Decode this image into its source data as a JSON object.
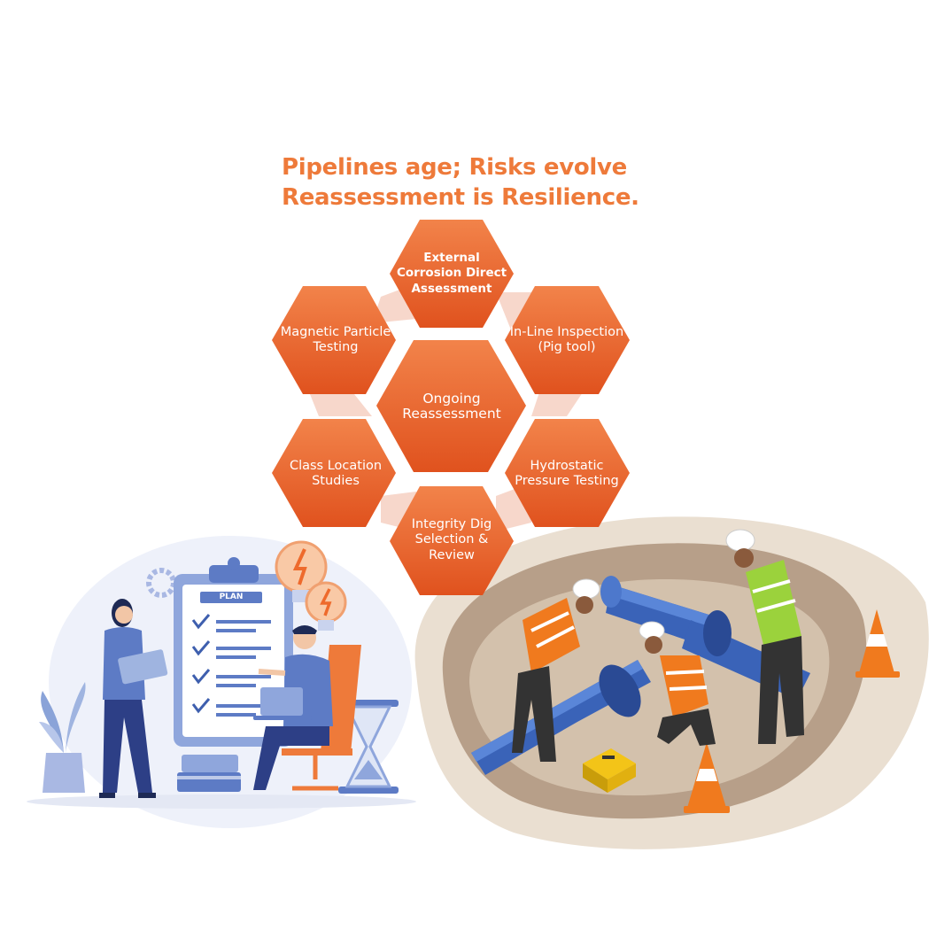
{
  "title": {
    "line1": "Pipelines age; Risks evolve",
    "line2": "Reassessment is Resilience."
  },
  "hexagons": {
    "center": "Ongoing Reassessment",
    "top": "External Corrosion Direct Assessment",
    "upper_right": "In-Line Inspection (Pig tool)",
    "lower_right": "Hydrostatic Pressure Testing",
    "bottom": "Integrity Dig Selection & Review",
    "lower_left": "Class Location Studies",
    "upper_left": "Magnetic Particle Testing"
  },
  "illustrations": {
    "plan_board": "PLAN"
  },
  "colors": {
    "accent": "#ee7a3a",
    "hex_fill_top": "#f2834a",
    "hex_fill_bottom": "#e0521e",
    "connector": "#f6d0c2",
    "pipe": "#3a63b8",
    "soil": "#e6dccf"
  }
}
